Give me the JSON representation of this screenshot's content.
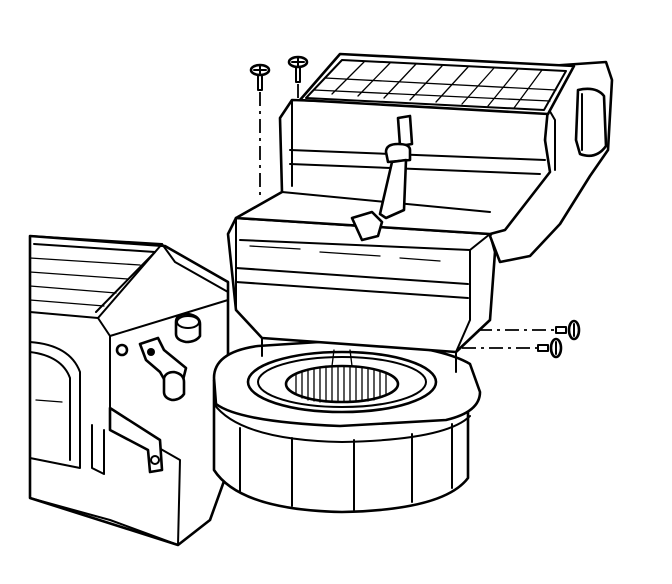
{
  "diagram": {
    "kind": "exploded-assembly-line-drawing",
    "colors": {
      "line": "#000000",
      "fill": "#ffffff"
    },
    "parts": [
      "dashboard-housing",
      "hvac-module-upper-case",
      "air-filter-grille",
      "lower-case-body",
      "blower-motor-fan",
      "mounting-screws"
    ]
  }
}
